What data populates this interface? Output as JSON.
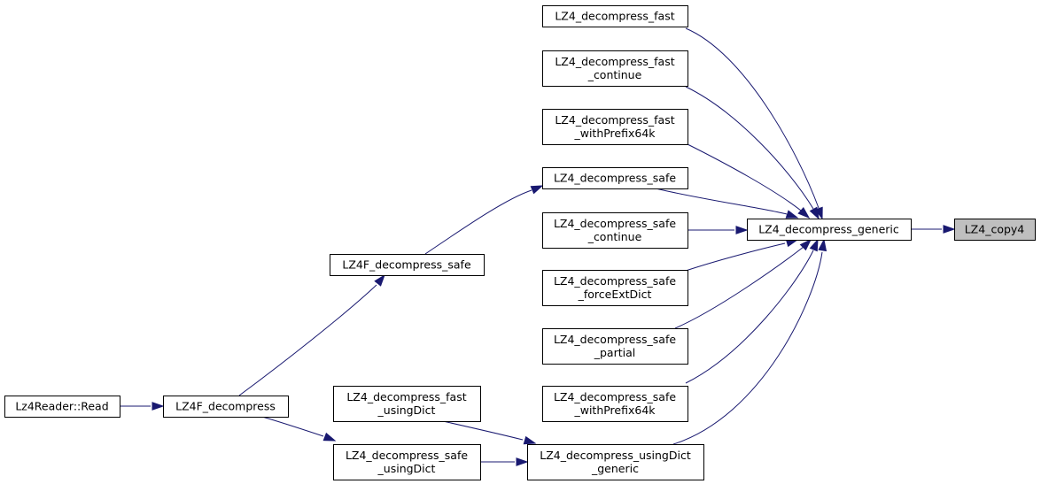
{
  "graph": {
    "nodes": {
      "lz4_copy4": [
        "LZ4_copy4"
      ],
      "decompress_generic": [
        "LZ4_decompress_generic"
      ],
      "decompress_fast": [
        "LZ4_decompress_fast"
      ],
      "decompress_fast_continue": [
        "LZ4_decompress_fast",
        "_continue"
      ],
      "decompress_fast_withprefix64k": [
        "LZ4_decompress_fast",
        "_withPrefix64k"
      ],
      "decompress_safe": [
        "LZ4_decompress_safe"
      ],
      "decompress_safe_continue": [
        "LZ4_decompress_safe",
        "_continue"
      ],
      "decompress_safe_forceextdict": [
        "LZ4_decompress_safe",
        "_forceExtDict"
      ],
      "decompress_safe_partial": [
        "LZ4_decompress_safe",
        "_partial"
      ],
      "decompress_safe_withprefix64k": [
        "LZ4_decompress_safe",
        "_withPrefix64k"
      ],
      "decompress_usingdict_generic": [
        "LZ4_decompress_usingDict",
        "_generic"
      ],
      "lz4f_decompress_safe": [
        "LZ4F_decompress_safe"
      ],
      "lz4f_decompress": [
        "LZ4F_decompress"
      ],
      "lz4reader_read": [
        "Lz4Reader::Read"
      ],
      "decompress_fast_usingdict": [
        "LZ4_decompress_fast",
        "_usingDict"
      ],
      "decompress_safe_usingdict": [
        "LZ4_decompress_safe",
        "_usingDict"
      ]
    },
    "selected": "lz4_copy4",
    "colors": {
      "edge": "#191970",
      "selected_fill": "#bfbfbf",
      "node_fill": "#ffffff",
      "border": "#000000"
    },
    "edges": [
      {
        "from": "decompress_generic",
        "to": "lz4_copy4"
      },
      {
        "from": "decompress_fast",
        "to": "decompress_generic"
      },
      {
        "from": "decompress_fast_continue",
        "to": "decompress_generic"
      },
      {
        "from": "decompress_fast_withprefix64k",
        "to": "decompress_generic"
      },
      {
        "from": "decompress_safe",
        "to": "decompress_generic"
      },
      {
        "from": "decompress_safe_continue",
        "to": "decompress_generic"
      },
      {
        "from": "decompress_safe_forceextdict",
        "to": "decompress_generic"
      },
      {
        "from": "decompress_safe_partial",
        "to": "decompress_generic"
      },
      {
        "from": "decompress_safe_withprefix64k",
        "to": "decompress_generic"
      },
      {
        "from": "decompress_usingdict_generic",
        "to": "decompress_generic"
      },
      {
        "from": "lz4f_decompress_safe",
        "to": "decompress_safe"
      },
      {
        "from": "lz4f_decompress",
        "to": "lz4f_decompress_safe"
      },
      {
        "from": "lz4reader_read",
        "to": "lz4f_decompress"
      },
      {
        "from": "lz4f_decompress",
        "to": "decompress_safe_usingdict"
      },
      {
        "from": "decompress_fast_usingdict",
        "to": "decompress_usingdict_generic"
      },
      {
        "from": "decompress_safe_usingdict",
        "to": "decompress_usingdict_generic"
      }
    ]
  }
}
